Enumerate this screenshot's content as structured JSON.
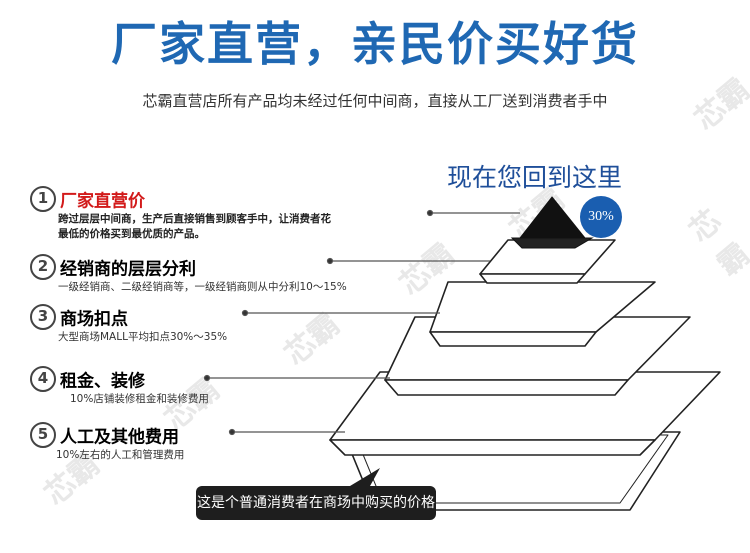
{
  "header": {
    "headline": "厂家直营，亲民价买好货",
    "subline": "芯霸直营店所有产品均未经过任何中间商，直接从工厂送到消费者手中"
  },
  "pyramid": {
    "top_label": "现在您回到这里",
    "top_badge": "30%"
  },
  "levels": [
    {
      "number": "1",
      "title": "厂家直营价",
      "title_color": "#d21a1a",
      "description": [
        "跨过层层中间商，生产后直接销售到顾客手中，让消费者花",
        "最低的价格买到最优质的产品。"
      ],
      "bold": true
    },
    {
      "number": "2",
      "title": "经销商的层层分利",
      "title_color": "#222222",
      "description": [
        "一级经销商、二级经销商等，一级经销商则从中分利10～15%"
      ],
      "bold": false
    },
    {
      "number": "3",
      "title": "商场扣点",
      "title_color": "#222222",
      "description": [
        "大型商场MALL平均扣点30%～35%"
      ],
      "bold": false
    },
    {
      "number": "4",
      "title": "租金、装修",
      "title_color": "#222222",
      "description": [
        "10%店铺装修租金和装修费用"
      ],
      "bold": false
    },
    {
      "number": "5",
      "title": "人工及其他费用",
      "title_color": "#222222",
      "description": [
        "10%左右的人工和管理费用"
      ],
      "bold": false
    }
  ],
  "callout": {
    "text": "这是个普通消费者在商场中购买的价格"
  },
  "watermark": {
    "text": "芯霸"
  },
  "colors": {
    "accent_blue": "#1f68b3",
    "badge_blue": "#1a5eb0",
    "highlight_red": "#d21a1a"
  }
}
